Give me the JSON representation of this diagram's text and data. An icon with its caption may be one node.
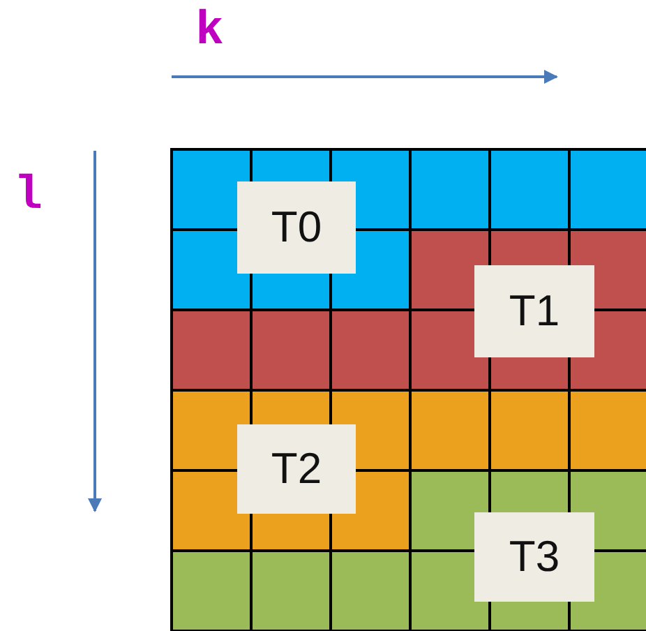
{
  "diagram": {
    "nodes": [
      {
        "text": [
          "T0"
        ]
      },
      {
        "text": [
          "T1"
        ]
      },
      {
        "text": [
          "T2"
        ]
      },
      {
        "text": [
          "T3"
        ]
      }
    ],
    "labels": [
      "k",
      "l"
    ]
  }
}
